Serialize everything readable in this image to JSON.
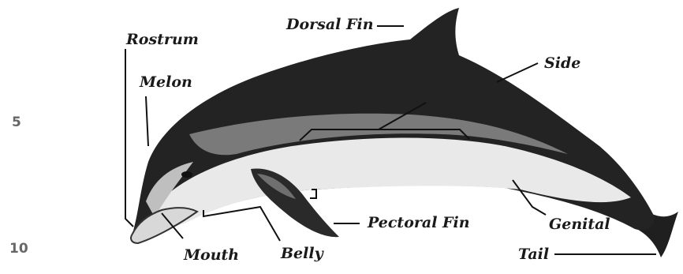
{
  "margin_numbers": [
    "5",
    "10"
  ],
  "labels": {
    "dorsal_fin": "Dorsal Fin",
    "rostrum": "Rostrum",
    "melon": "Melon",
    "side": "Side",
    "pectoral_fin": "Pectoral Fin",
    "genital": "Genital",
    "mouth": "Mouth",
    "belly": "Belly",
    "tail": "Tail"
  },
  "colors": {
    "body_dark": "#222222",
    "body_mid": "#6f6f6f",
    "body_light": "#e9e9e9",
    "line": "#111111"
  }
}
